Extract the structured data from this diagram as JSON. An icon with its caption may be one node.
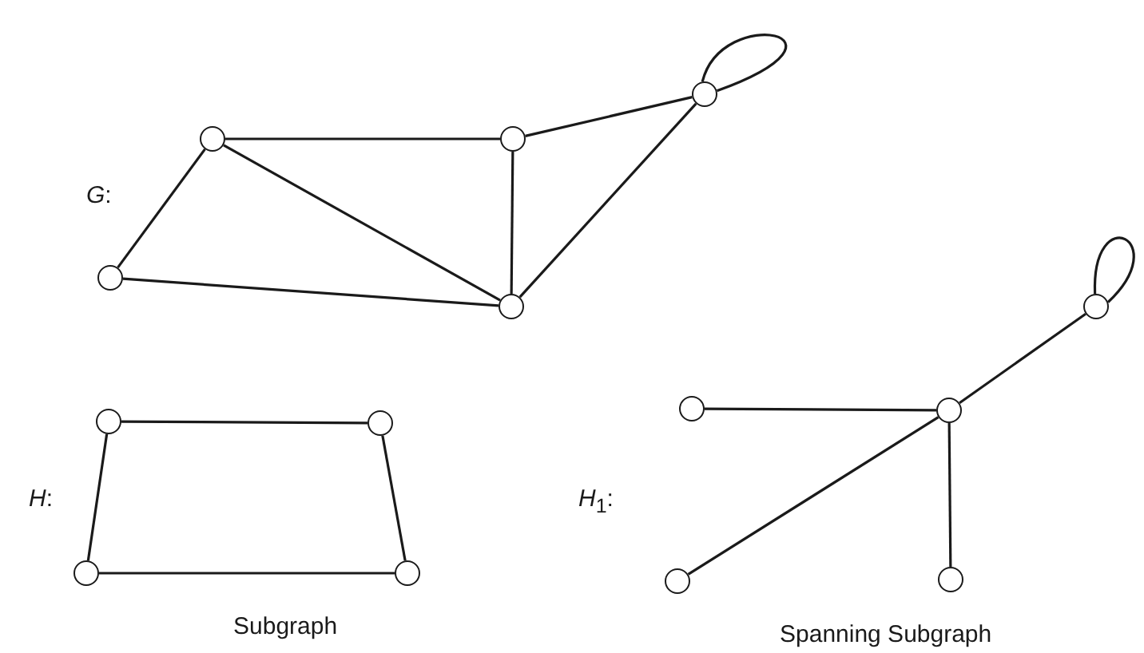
{
  "diagram": {
    "nodes": [
      {
        "text": [],
        "shape": "circle"
      },
      {
        "text": [],
        "shape": "circle"
      },
      {
        "text": [],
        "shape": "circle"
      },
      {
        "text": [],
        "shape": "circle"
      },
      {
        "text": [],
        "shape": "circle"
      },
      {
        "text": [],
        "shape": "circle"
      },
      {
        "text": [],
        "shape": "circle"
      },
      {
        "text": [],
        "shape": "circle"
      },
      {
        "text": [],
        "shape": "circle"
      },
      {
        "text": [],
        "shape": "circle"
      },
      {
        "text": [],
        "shape": "circle"
      },
      {
        "text": [],
        "shape": "circle"
      },
      {
        "text": [],
        "shape": "circle"
      },
      {
        "text": [],
        "shape": "circle"
      }
    ],
    "edges": [
      {
        "from": 1,
        "to": 2,
        "arrow": "none"
      },
      {
        "from": 2,
        "to": 4,
        "arrow": "none"
      },
      {
        "from": 0,
        "to": 1,
        "arrow": "none"
      },
      {
        "from": 1,
        "to": 3,
        "arrow": "none"
      },
      {
        "from": 2,
        "to": 3,
        "arrow": "none"
      },
      {
        "from": 4,
        "to": 3,
        "arrow": "none"
      },
      {
        "from": 0,
        "to": 3,
        "arrow": "none"
      },
      {
        "from": 4,
        "to": 4,
        "arrow": "none"
      },
      {
        "from": 6,
        "to": 7,
        "arrow": "none"
      },
      {
        "from": 6,
        "to": 5,
        "arrow": "none"
      },
      {
        "from": 7,
        "to": 8,
        "arrow": "none"
      },
      {
        "from": 5,
        "to": 8,
        "arrow": "none"
      },
      {
        "from": 10,
        "to": 11,
        "arrow": "none"
      },
      {
        "from": 11,
        "to": 9,
        "arrow": "none"
      },
      {
        "from": 11,
        "to": 12,
        "arrow": "none"
      },
      {
        "from": 11,
        "to": 13,
        "arrow": "none"
      },
      {
        "from": 13,
        "to": 13,
        "arrow": "none"
      }
    ],
    "labels": [
      "*G*:",
      "*H*:",
      "*H*$_{1}$:",
      "Subgraph",
      "Spanning Subgraph"
    ]
  }
}
